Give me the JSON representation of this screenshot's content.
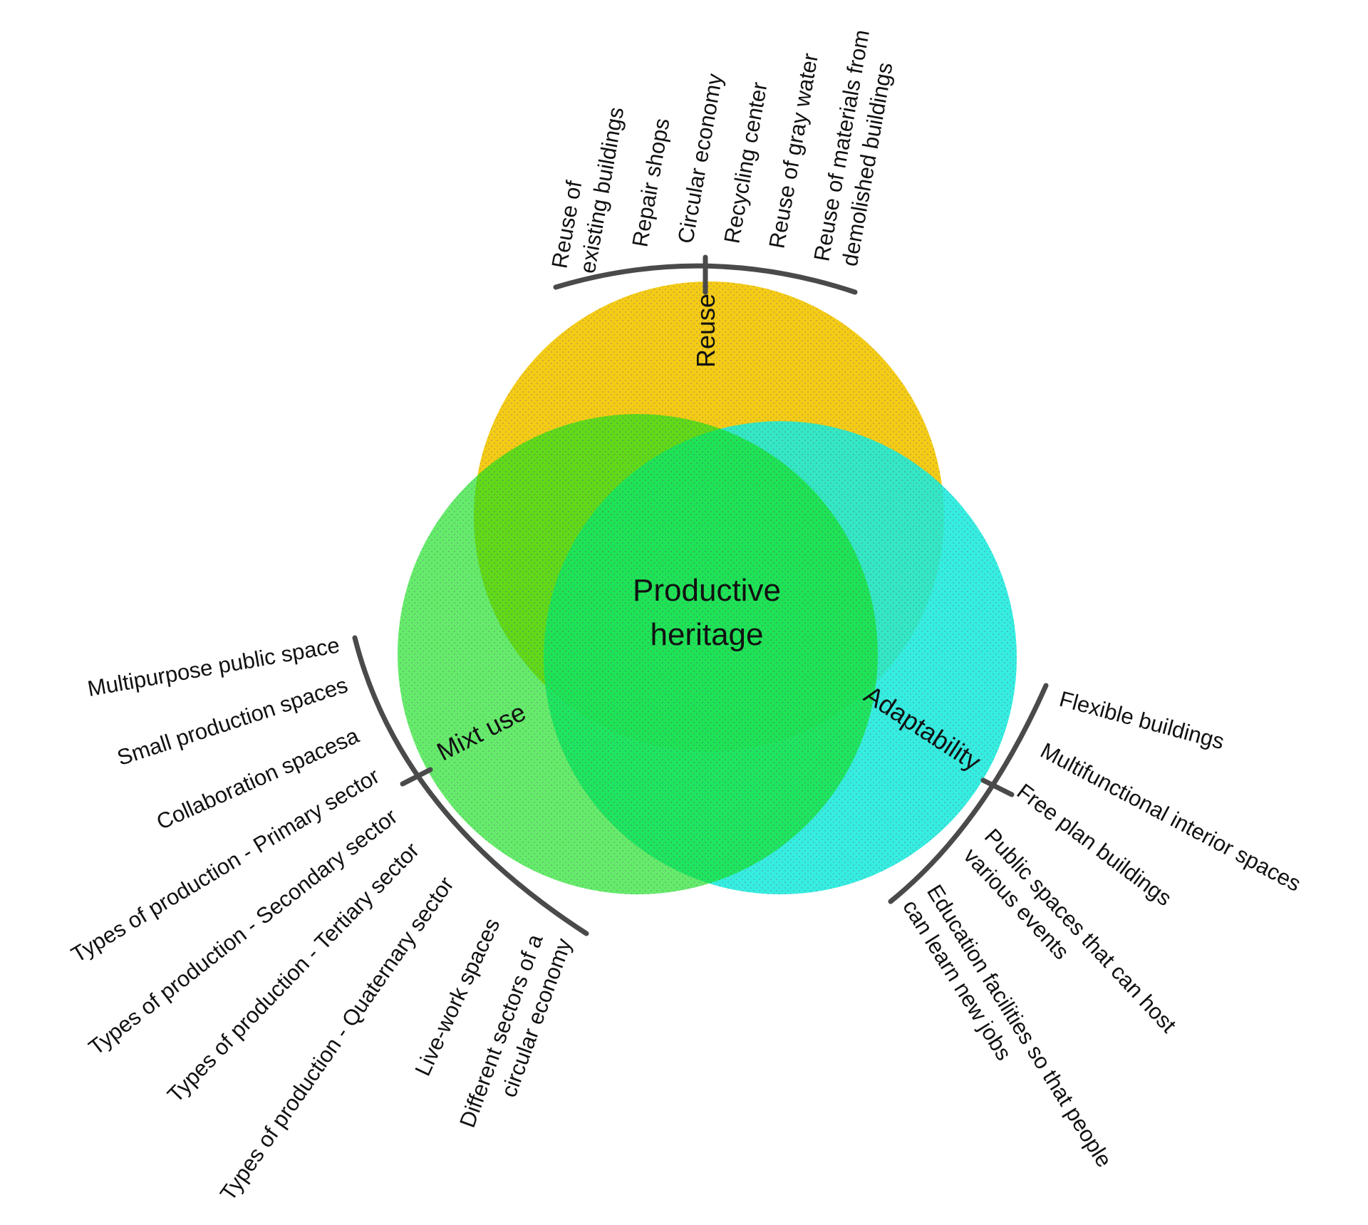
{
  "center": {
    "line1": "Productive",
    "line2": "heritage"
  },
  "colors": {
    "reuse": "#f4cc16",
    "mixt_use": "#12e21a",
    "adaptability": "#19ecdc",
    "bracket": "#4a4a4a"
  },
  "groups": {
    "reuse": {
      "label": "Reuse",
      "items": [
        {
          "lines": [
            "Reuse of",
            "existing buildings"
          ]
        },
        {
          "lines": [
            "Repair shops"
          ]
        },
        {
          "lines": [
            "Circular economy"
          ]
        },
        {
          "lines": [
            "Recycling center"
          ]
        },
        {
          "lines": [
            "Reuse of gray water"
          ]
        },
        {
          "lines": [
            "Reuse of materials from",
            "demolished buildings"
          ]
        }
      ]
    },
    "mixt_use": {
      "label": "Mixt use",
      "items": [
        {
          "lines": [
            "Multipurpose public space"
          ]
        },
        {
          "lines": [
            "Small production spaces"
          ]
        },
        {
          "lines": [
            "Collaboration spacesa"
          ]
        },
        {
          "lines": [
            "Types of production - Primary sector"
          ]
        },
        {
          "lines": [
            "Types of production - Secondary sector"
          ]
        },
        {
          "lines": [
            "Types of production - Tertiary sector"
          ]
        },
        {
          "lines": [
            "Types of production - Quaternary sector"
          ]
        },
        {
          "lines": [
            "Live-work spaces"
          ]
        },
        {
          "lines": [
            "Different sectors of a",
            "circular economy"
          ]
        }
      ]
    },
    "adaptability": {
      "label": "Adaptability",
      "items": [
        {
          "lines": [
            "Flexible buildings"
          ]
        },
        {
          "lines": [
            "Multifunctional interior spaces"
          ]
        },
        {
          "lines": [
            "Free plan buildings"
          ]
        },
        {
          "lines": [
            "Public spaces that can host",
            "various events"
          ]
        },
        {
          "lines": [
            "Education facilities so that people",
            "can learn new jobs"
          ]
        }
      ]
    }
  }
}
